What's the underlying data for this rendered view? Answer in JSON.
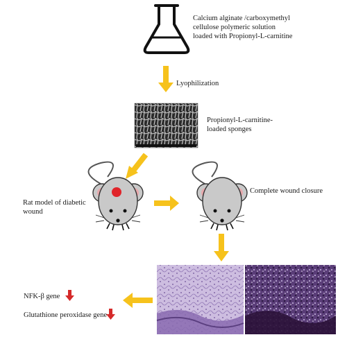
{
  "steps": {
    "solution_line1": "Calcium alginate /carboxymethyl",
    "solution_line2": "cellulose  polymeric solution",
    "solution_line3": "loaded with Propionyl-L-carnitine",
    "lyophilization": "Lyophilization",
    "sponge_line1": "Propionyl-L-carnitine-",
    "sponge_line2": "loaded sponges",
    "rat_line1": "Rat model of diabetic",
    "rat_line2": "wound",
    "closure": "Complete wound closure",
    "gene1": "NFK-β gene",
    "gene2": "Glutathione peroxidase gene"
  },
  "colors": {
    "arrow": "#f6c21c",
    "down_arrow": "#d52a2a",
    "wound": "#e0242a",
    "mouse_body": "#c9c9c9",
    "histology_left": "#c7b4dc",
    "histology_right": "#4a2e66"
  },
  "icons": [
    "flask-icon",
    "sponge-sem-image",
    "rat-icon",
    "histology-image",
    "down-arrow-icon"
  ]
}
